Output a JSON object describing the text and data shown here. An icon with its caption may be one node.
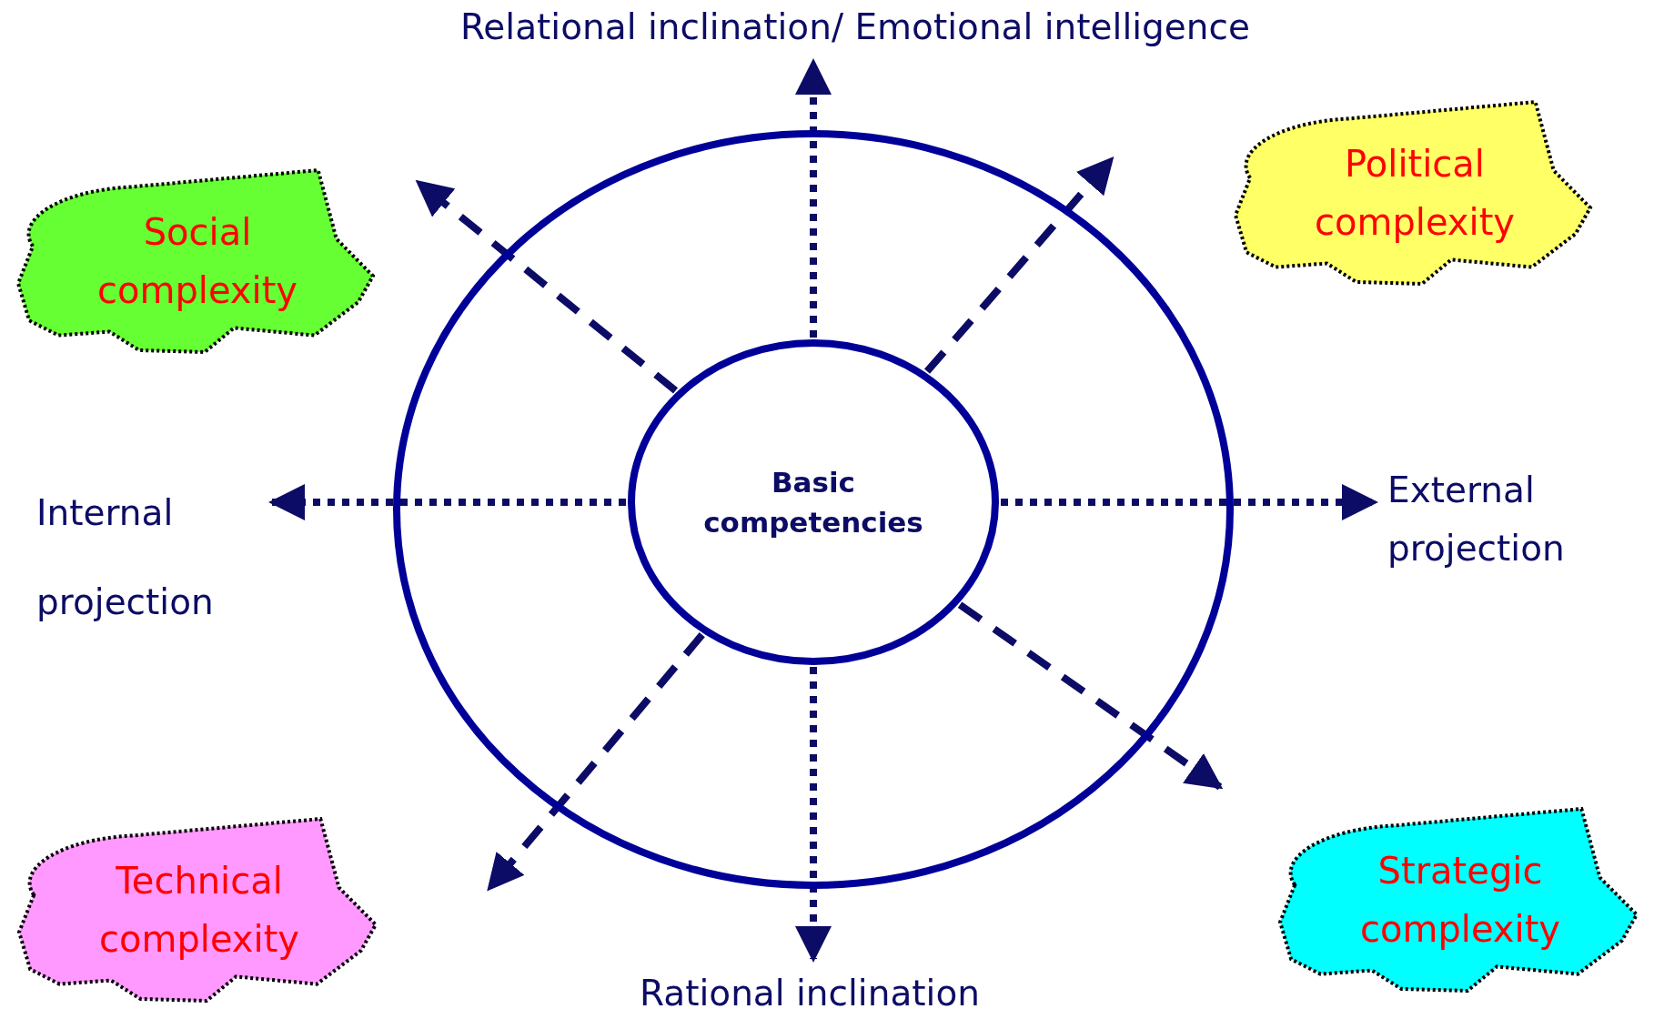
{
  "diagram": {
    "nodes": [
      {
        "text": [
          "Relational inclination/ Emotional intelligence"
        ]
      },
      {
        "text": [
          "Social complexity"
        ]
      },
      {
        "text": [
          "Political complexity"
        ]
      },
      {
        "text": [],
        "shape": "circle"
      },
      {
        "text": [
          "Basic competencies"
        ],
        "in": 3
      },
      {
        "text": [
          "Internal projection"
        ]
      },
      {
        "text": [
          "External projection"
        ]
      },
      {
        "text": [
          "Technical complexity"
        ]
      },
      {
        "text": [
          "Strategic complexity"
        ]
      },
      {
        "text": [
          "Rational inclination"
        ]
      }
    ],
    "edges": [
      {
        "from": 4,
        "to": 0,
        "arrow": "to"
      },
      {
        "from": 4,
        "to": null,
        "arrow": "to",
        "style": "dashed"
      },
      {
        "from": 4,
        "to": null,
        "arrow": "to",
        "style": "dashed"
      },
      {
        "from": 4,
        "to": 5,
        "arrow": "to"
      },
      {
        "from": 4,
        "to": 6,
        "arrow": "to"
      },
      {
        "from": 4,
        "to": null,
        "arrow": "to",
        "style": "dashed"
      },
      {
        "from": 4,
        "to": null,
        "arrow": "to",
        "style": "dashed"
      },
      {
        "from": 4,
        "to": 9,
        "arrow": "to"
      }
    ]
  }
}
